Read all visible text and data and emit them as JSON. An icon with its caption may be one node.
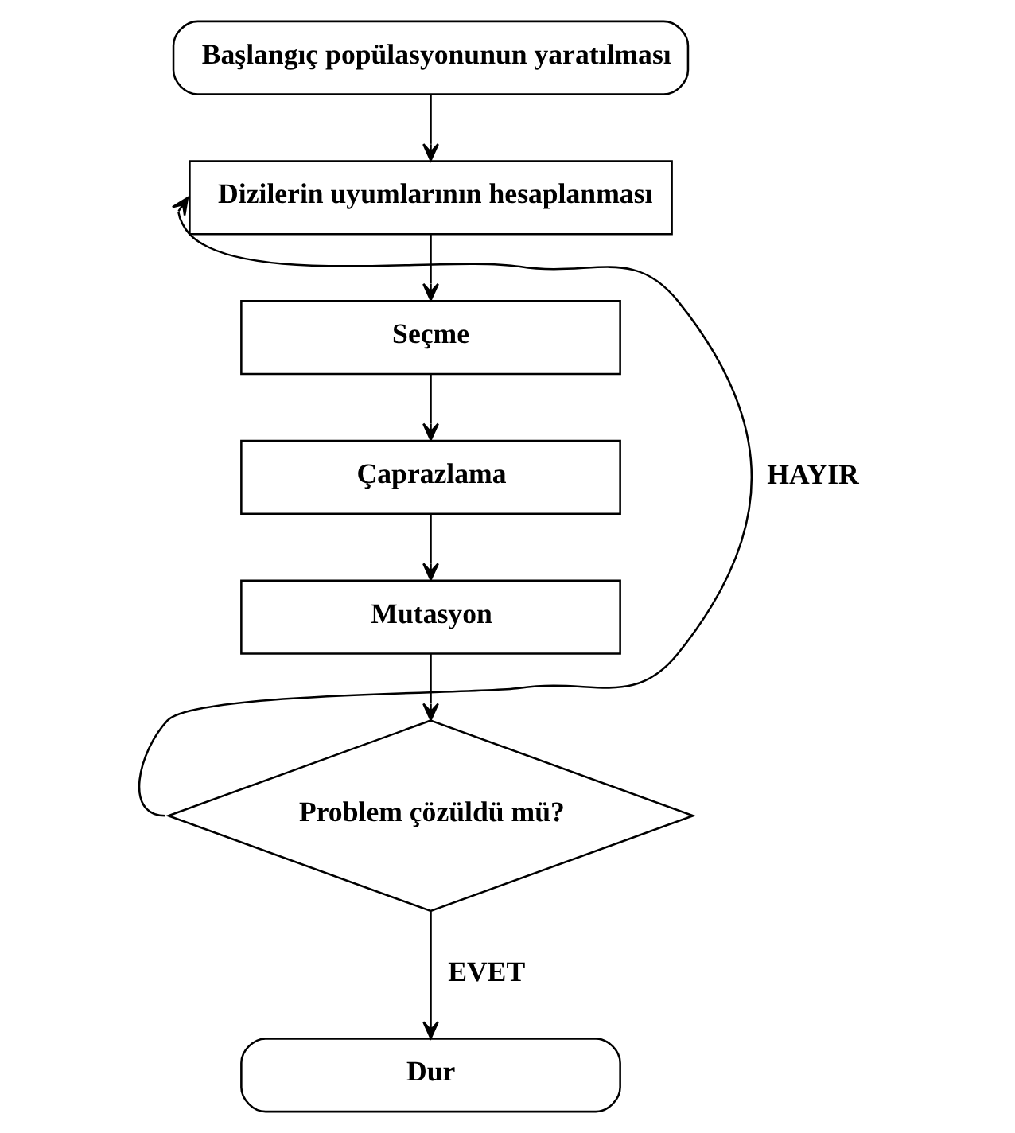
{
  "diagram": {
    "nodes": [
      {
        "text": [
          "Başlangıç popülasyonunun yaratılması"
        ]
      },
      {
        "text": [
          "Dizilerin uyumlarının hesaplanması"
        ]
      },
      {
        "text": [
          "Seçme"
        ]
      },
      {
        "text": [
          "Çaprazlama"
        ]
      },
      {
        "text": [
          "Mutasyon"
        ]
      },
      {
        "text": [
          "Problem çözüldü mü?"
        ]
      },
      {
        "text": [
          "Dur"
        ]
      }
    ],
    "edges": [
      {
        "from": 0,
        "to": 1,
        "arrow": "to"
      },
      {
        "from": 1,
        "to": 2,
        "arrow": "to"
      },
      {
        "from": 2,
        "to": 3,
        "arrow": "to"
      },
      {
        "from": 3,
        "to": 4,
        "arrow": "to"
      },
      {
        "from": 4,
        "to": 5,
        "arrow": "to"
      },
      {
        "from": 5,
        "to": 1,
        "arrow": "to",
        "label": "HAYIR"
      },
      {
        "from": 5,
        "to": 6,
        "arrow": "to",
        "label": "EVET"
      }
    ]
  }
}
